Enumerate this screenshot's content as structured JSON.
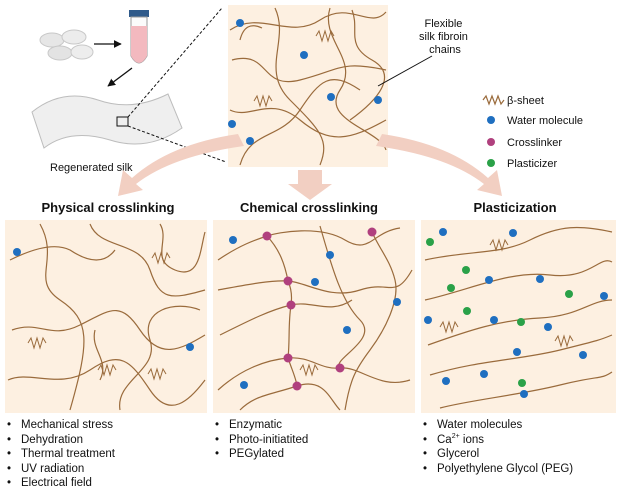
{
  "top": {
    "regenerated_label": "Regenerated silk",
    "chains_label_line1": "Flexible",
    "chains_label_line2": "silk fibroin",
    "chains_label_line3": "chains"
  },
  "legend": {
    "beta_sheet": "β-sheet",
    "water": "Water molecule",
    "crosslinker": "Crosslinker",
    "plasticizer": "Plasticizer"
  },
  "colors": {
    "panel_bg": "#fdf0e1",
    "chain": "#9a6b3c",
    "water": "#1f6fc0",
    "crosslinker": "#b0407e",
    "plasticizer": "#2aa148",
    "arrow": "#f2cfc2"
  },
  "panels": [
    {
      "title": "Physical crosslinking",
      "items": [
        "Mechanical stress",
        "Dehydration",
        "Thermal treatment",
        "UV radiation",
        "Electrical field"
      ]
    },
    {
      "title": "Chemical crosslinking",
      "items": [
        "Enzymatic",
        "Photo-initiatited",
        "PEGylated"
      ]
    },
    {
      "title": "Plasticization",
      "items": [
        "Water molecules",
        "ions",
        "Glycerol",
        "Polyethylene Glycol (PEG)"
      ],
      "ca_prefix": "Ca",
      "ca_superscript": "2+"
    }
  ]
}
